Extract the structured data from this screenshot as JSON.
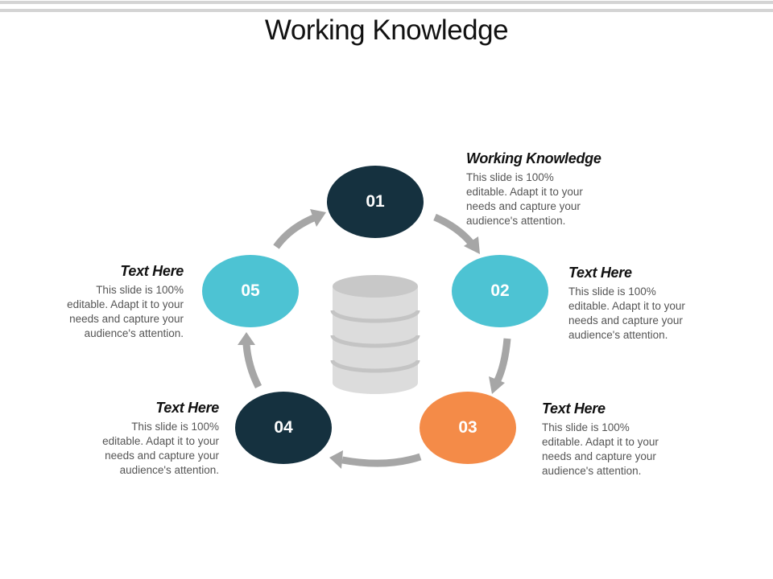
{
  "slide": {
    "title": "Working Knowledge",
    "colors": {
      "navy": "#15313f",
      "teal": "#4dc3d3",
      "orange": "#f48b48",
      "arrow_gray": "#a6a6a6",
      "database_gray": "#d9d9d9"
    }
  },
  "center_icon": "database-icon",
  "steps": [
    {
      "number": "01",
      "color": "#15313f",
      "heading": "Working Knowledge",
      "body_lines": [
        "This slide is 100%",
        "editable. Adapt it to your",
        "needs and capture your",
        "audience's attention."
      ]
    },
    {
      "number": "02",
      "color": "#4dc3d3",
      "heading": "Text Here",
      "body_lines": [
        "This slide is 100%",
        "editable. Adapt it to your",
        "needs and capture your",
        "audience's attention."
      ]
    },
    {
      "number": "03",
      "color": "#f48b48",
      "heading": "Text Here",
      "body_lines": [
        "This slide is 100%",
        "editable. Adapt it to your",
        "needs and capture your",
        "audience's attention."
      ]
    },
    {
      "number": "04",
      "color": "#15313f",
      "heading": "Text Here",
      "body_lines": [
        "This slide is 100%",
        "editable. Adapt it to your",
        "needs and capture your",
        "audience's attention."
      ]
    },
    {
      "number": "05",
      "color": "#4dc3d3",
      "heading": "Text Here",
      "body_lines": [
        "This slide is 100%",
        "editable. Adapt it to your",
        "needs and capture your",
        "audience's attention."
      ]
    }
  ]
}
